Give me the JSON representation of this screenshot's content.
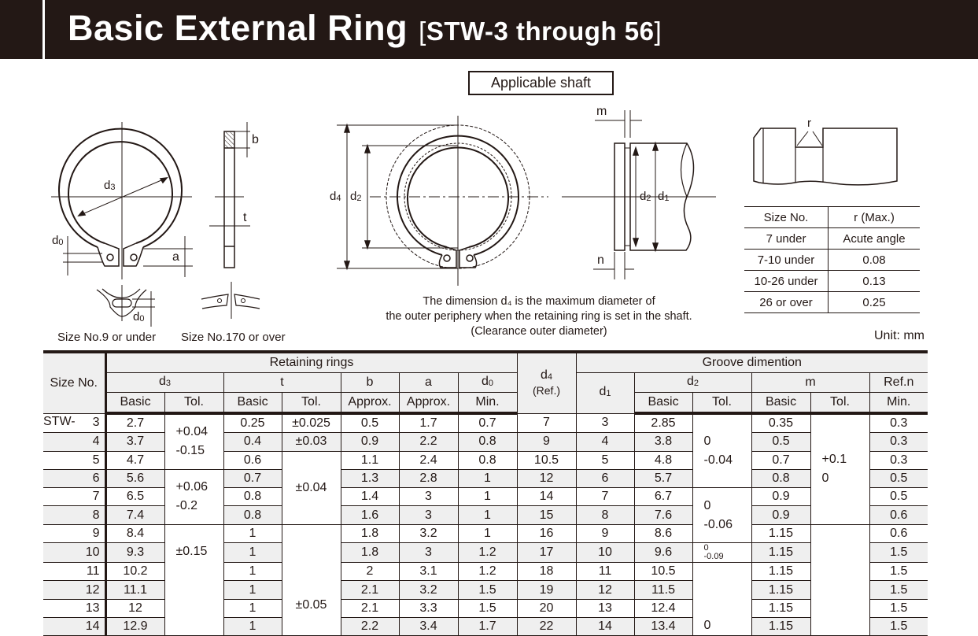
{
  "header": {
    "title": "Basic External Ring",
    "subtitle_bracket_open": "[",
    "subtitle_code": "STW-3",
    "subtitle_through": "through",
    "subtitle_end": "56",
    "subtitle_bracket_close": "]"
  },
  "diagrams": {
    "ring_labels": {
      "d3": "d3",
      "d0": "d0",
      "a": "a",
      "b": "b",
      "t": "t",
      "d0_detail": "d0"
    },
    "caption_small": "Size No.9 or under",
    "caption_large": "Size No.170 or over",
    "applicable_shaft": "Applicable shaft",
    "shaft_labels": {
      "d4": "d4",
      "d2": "d2",
      "d2_side": "d2",
      "d1": "d1",
      "m": "m",
      "n": "n",
      "r": "r"
    },
    "note_lines": [
      "The dimension d₄ is the maximum diameter of",
      "the outer periphery when the retaining ring is set in the shaft.",
      "(Clearance outer diameter)"
    ]
  },
  "r_table": {
    "headers": [
      "Size No.",
      "r (Max.)"
    ],
    "rows": [
      [
        "7 under",
        "Acute angle"
      ],
      [
        "7-10 under",
        "0.08"
      ],
      [
        "10-26 under",
        "0.13"
      ],
      [
        "26 or over",
        "0.25"
      ]
    ]
  },
  "unit": "Unit: mm",
  "main_table": {
    "header": {
      "size_no": "Size No.",
      "retaining_rings": "Retaining rings",
      "d3": "d3",
      "t": "t",
      "b": "b",
      "a": "a",
      "d0": "d0",
      "d4": "d4",
      "d4_ref": "(Ref.)",
      "groove": "Groove dimention",
      "d1": "d1",
      "d2": "d2",
      "m": "m",
      "refn": "Ref.n",
      "basic": "Basic",
      "tol": "Tol.",
      "approx": "Approx.",
      "min": "Min."
    },
    "prefix": "STW-",
    "rows": [
      {
        "size": "3",
        "d3": "2.7",
        "t": "0.25",
        "b": "0.5",
        "a": "1.7",
        "d0": "0.7",
        "d4": "7",
        "d1": "3",
        "d2": "2.85",
        "m": "0.35",
        "n": "0.3"
      },
      {
        "size": "4",
        "d3": "3.7",
        "t": "0.4",
        "b": "0.9",
        "a": "2.2",
        "d0": "0.8",
        "d4": "9",
        "d1": "4",
        "d2": "3.8",
        "m": "0.5",
        "n": "0.3"
      },
      {
        "size": "5",
        "d3": "4.7",
        "t": "0.6",
        "b": "1.1",
        "a": "2.4",
        "d0": "0.8",
        "d4": "10.5",
        "d1": "5",
        "d2": "4.8",
        "m": "0.7",
        "n": "0.3"
      },
      {
        "size": "6",
        "d3": "5.6",
        "t": "0.7",
        "b": "1.3",
        "a": "2.8",
        "d0": "1",
        "d4": "12",
        "d1": "6",
        "d2": "5.7",
        "m": "0.8",
        "n": "0.5"
      },
      {
        "size": "7",
        "d3": "6.5",
        "t": "0.8",
        "b": "1.4",
        "a": "3",
        "d0": "1",
        "d4": "14",
        "d1": "7",
        "d2": "6.7",
        "m": "0.9",
        "n": "0.5"
      },
      {
        "size": "8",
        "d3": "7.4",
        "t": "0.8",
        "b": "1.6",
        "a": "3",
        "d0": "1",
        "d4": "15",
        "d1": "8",
        "d2": "7.6",
        "m": "0.9",
        "n": "0.6"
      },
      {
        "size": "9",
        "d3": "8.4",
        "t": "1",
        "b": "1.8",
        "a": "3.2",
        "d0": "1",
        "d4": "16",
        "d1": "9",
        "d2": "8.6",
        "m": "1.15",
        "n": "0.6"
      },
      {
        "size": "10",
        "d3": "9.3",
        "t": "1",
        "b": "1.8",
        "a": "3",
        "d0": "1.2",
        "d4": "17",
        "d1": "10",
        "d2": "9.6",
        "m": "1.15",
        "n": "1.5"
      },
      {
        "size": "11",
        "d3": "10.2",
        "t": "1",
        "b": "2",
        "a": "3.1",
        "d0": "1.2",
        "d4": "18",
        "d1": "11",
        "d2": "10.5",
        "m": "1.15",
        "n": "1.5"
      },
      {
        "size": "12",
        "d3": "11.1",
        "t": "1",
        "b": "2.1",
        "a": "3.2",
        "d0": "1.5",
        "d4": "19",
        "d1": "12",
        "d2": "11.5",
        "m": "1.15",
        "n": "1.5"
      },
      {
        "size": "13",
        "d3": "12",
        "t": "1",
        "b": "2.1",
        "a": "3.3",
        "d0": "1.5",
        "d4": "20",
        "d1": "13",
        "d2": "12.4",
        "m": "1.15",
        "n": "1.5"
      },
      {
        "size": "14",
        "d3": "12.9",
        "t": "1",
        "b": "2.2",
        "a": "3.4",
        "d0": "1.7",
        "d4": "22",
        "d1": "14",
        "d2": "13.4",
        "m": "1.15",
        "n": "1.5"
      }
    ],
    "tolerances": {
      "d3_1": [
        "+0.04",
        "-0.15"
      ],
      "d3_2": [
        "+0.06",
        "-0.2"
      ],
      "d3_3": "±0.15",
      "t_1": "±0.025",
      "t_2": "±0.03",
      "t_3": "±0.04",
      "t_4": "±0.05",
      "d2_1": [
        "0",
        "-0.04"
      ],
      "d2_2": [
        "0",
        "-0.06"
      ],
      "d2_3": [
        "0",
        "-0.09"
      ],
      "d2_4": "0",
      "m_1": [
        "+0.1",
        "0"
      ]
    }
  }
}
